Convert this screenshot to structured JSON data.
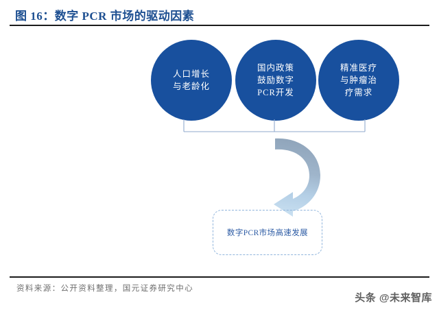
{
  "figure": {
    "title": "图 16：数字 PCR 市场的驱动因素",
    "source_note": "资料来源：公开资料整理，国元证券研究中心",
    "watermark": "头条 @未来智库"
  },
  "colors": {
    "title_text": "#1d4f91",
    "rule": "#1b1b1b",
    "circle_fill": "#18509e",
    "circle_text": "#ffffff",
    "bracket_line": "#8fa9ce",
    "arrow_dark": "#8fa4ba",
    "arrow_light": "#c3dced",
    "dashed_border": "#8fb4dc",
    "outcome_text": "#2c5ba4",
    "source_text": "#6e6e6e"
  },
  "drivers": [
    {
      "id": "population-growth-aging",
      "lines": [
        "人口增长",
        "与老龄化"
      ]
    },
    {
      "id": "domestic-policy-digital-pcr",
      "lines": [
        "国内政策",
        "鼓励数字",
        "PCR开发"
      ]
    },
    {
      "id": "precision-medicine-oncology",
      "lines": [
        "精准医疗",
        "与肿瘤治",
        "疗需求"
      ]
    }
  ],
  "outcome": {
    "label": "数字PCR市场高速发展"
  },
  "icons": {
    "bracket": "bracket-connector-icon",
    "arrow": "curved-arrow-down-icon"
  }
}
